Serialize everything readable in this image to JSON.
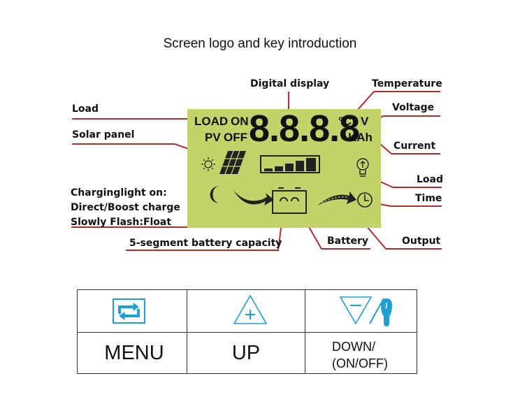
{
  "title": "Screen logo and key introduction",
  "labels": {
    "load_left": "Load",
    "solar_panel": "Solar panel",
    "charging_1": "Charginglight on:",
    "charging_2": "Direct/Boost charge",
    "charging_3": "Slowly Flash:Float",
    "digital_display": "Digital display",
    "temperature": "Temperature",
    "voltage": "Voltage",
    "current": "Current",
    "load_right": "Load",
    "time": "Time",
    "battery_capacity": "5-segment battery capacity",
    "battery": "Battery",
    "output": "Output"
  },
  "lcd": {
    "load": "LOAD",
    "on": "ON",
    "pv": "PV",
    "off": "OFF",
    "digits": "8.8.8.8",
    "celsius": "°C",
    "volt": "V",
    "kah": "KAh"
  },
  "keys": {
    "menu": "MENU",
    "up": "UP",
    "down_1": "DOWN/",
    "down_2": "(ON/OFF)"
  },
  "colors": {
    "lcd_bg": "#c3d36a",
    "leader": "#b32d2d",
    "key_icon": "#1e9fd6"
  }
}
